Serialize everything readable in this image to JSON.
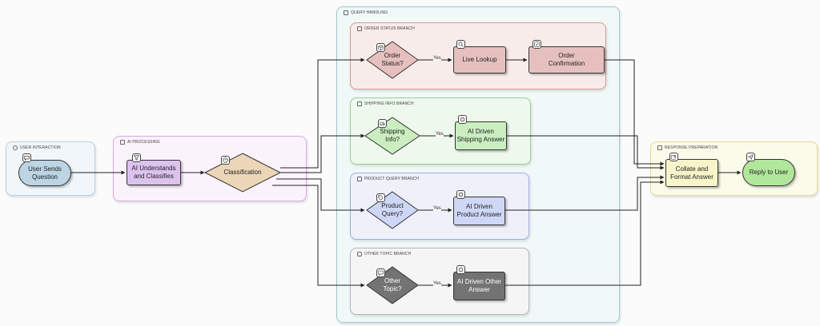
{
  "groups": {
    "user_interaction": "USER INTERACTION",
    "ai_processing": "AI PROCESSING",
    "query_handling": "QUERY HANDLING",
    "order_status_branch": "ORDER STATUS BRANCH",
    "shipping_info_branch": "SHIPPING INFO BRANCH",
    "product_query_branch": "PRODUCT QUERY BRANCH",
    "other_topic_branch": "OTHER TOPIC BRANCH",
    "response_preparation": "RESPONSE PREPARATION"
  },
  "nodes": {
    "user_sends_question": "User Sends\nQuestion",
    "ai_understands": "AI Understands\nand Classifies",
    "classification": "Classification",
    "order_status": "Order\nStatus?",
    "live_lookup": "Live Lookup",
    "order_confirmation": "Order\nConfirmation",
    "shipping_info": "Shipping\nInfo?",
    "ai_shipping_answer": "AI Driven\nShipping Answer",
    "product_query": "Product\nQuery?",
    "ai_product_answer": "AI Driven\nProduct Answer",
    "other_topic": "Other\nTopic?",
    "ai_other_answer": "AI Driven Other\nAnswer",
    "collate_format": "Collate and\nFormat Answer",
    "reply_to_user": "Reply to User"
  },
  "edge_labels": {
    "yes_order": "Yes",
    "yes_shipping": "Yes",
    "yes_product": "Yes",
    "yes_other": "Yes"
  },
  "colors": {
    "user_fill": "#bcd4e3",
    "ai_fill": "#dcc2ef",
    "classification_fill": "#ebd6b7",
    "order_fill": "#e6c0bf",
    "shipping_fill": "#cbeec1",
    "product_fill": "#cfd7f6",
    "other_fill": "#737373",
    "collate_fill": "#f7f5c9",
    "reply_fill": "#b1e79b"
  }
}
